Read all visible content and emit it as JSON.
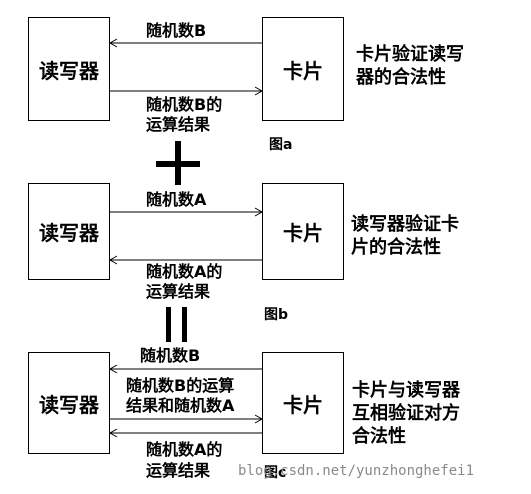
{
  "panel_a": {
    "reader": "读写器",
    "card": "卡片",
    "msg_top": "随机数B",
    "msg_bottom_l1": "随机数B的",
    "msg_bottom_l2": "运算结果",
    "desc_l1": "卡片验证读写",
    "desc_l2": "器的合法性",
    "fig": "图a"
  },
  "panel_b": {
    "reader": "读写器",
    "card": "卡片",
    "msg_top": "随机数A",
    "msg_bottom_l1": "随机数A的",
    "msg_bottom_l2": "运算结果",
    "desc_l1": "读写器验证卡",
    "desc_l2": "片的合法性",
    "fig": "图b"
  },
  "panel_c": {
    "reader": "读写器",
    "card": "卡片",
    "msg_top": "随机数B",
    "msg_mid_l1": "随机数B的运算",
    "msg_mid_l2": "结果和随机数A",
    "msg_bottom_l1": "随机数A的",
    "msg_bottom_l2": "运算结果",
    "desc_l1": "卡片与读写器",
    "desc_l2": "互相验证对方",
    "desc_l3": "合法性",
    "fig": "图c"
  },
  "watermark": "blog.csdn.net/yunzhonghefei1"
}
